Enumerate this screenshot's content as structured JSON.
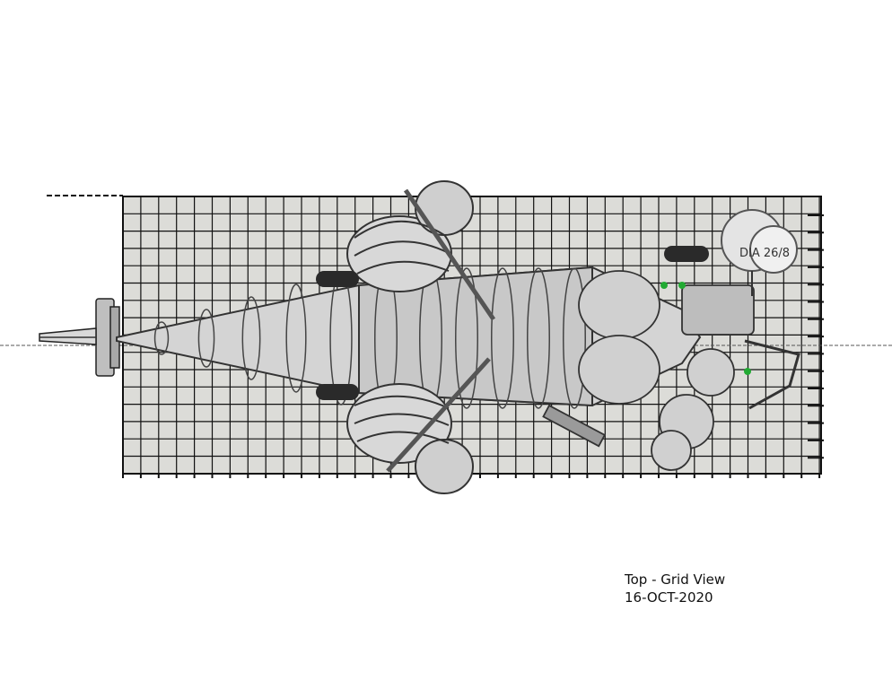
{
  "caption": {
    "title": "Top - Grid View",
    "date": "16-OCT-2020"
  },
  "drawing": {
    "view": "top",
    "grid_visible": true,
    "callout_label": "DIA 26/8",
    "colors": {
      "grid_fill": "#dcdcd8",
      "grid_line": "#111111",
      "hull_fill": "#d4d4d4",
      "hull_line": "#333333",
      "accent": "#22aa33"
    }
  }
}
